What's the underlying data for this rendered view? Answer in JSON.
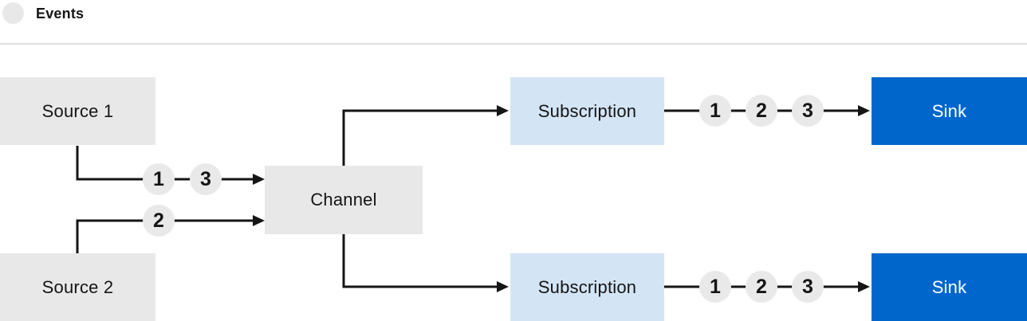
{
  "legend": {
    "label": "Events"
  },
  "colors": {
    "background": "#ffffff",
    "line": "#151515",
    "text_dark": "#151515",
    "divider": "#e0e0e0",
    "node_gray": "#e8e8e8",
    "event_circle_gray": "#e9e9e9",
    "subscription_blue": "#d3e4f5",
    "sink_blue": "#0066cc",
    "sink_text": "#ffffff"
  },
  "nodes": {
    "source1": {
      "label": "Source 1"
    },
    "source2": {
      "label": "Source 2"
    },
    "channel": {
      "label": "Channel"
    },
    "subscription_top": {
      "label": "Subscription"
    },
    "subscription_bottom": {
      "label": "Subscription"
    },
    "sink_top": {
      "label": "Sink"
    },
    "sink_bottom": {
      "label": "Sink"
    }
  },
  "event_badges": {
    "source1_to_channel": [
      "1",
      "3"
    ],
    "source2_to_channel": [
      "2"
    ],
    "subscription_top_to_sink": [
      "1",
      "2",
      "3"
    ],
    "subscription_bottom_to_sink": [
      "1",
      "2",
      "3"
    ]
  }
}
